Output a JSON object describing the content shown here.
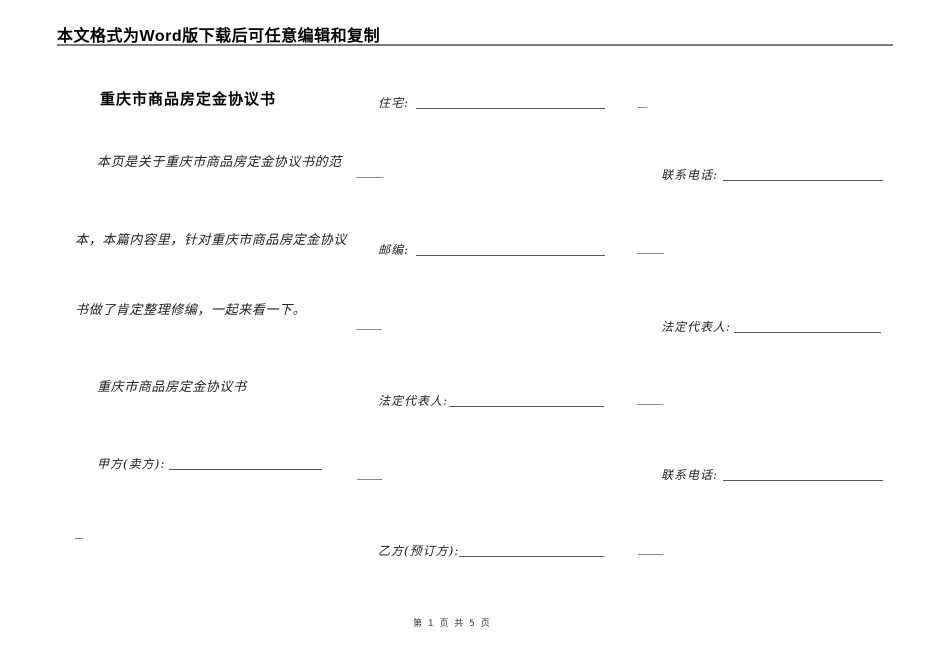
{
  "header": {
    "notice": "本文格式为Word版下载后可任意编辑和复制"
  },
  "document": {
    "title": "重庆市商品房定金协议书",
    "paragraph_lines": [
      "本页是关于重庆市商品房定金协议书的范",
      "本，本篇内容里，针对重庆市商品房定金协议",
      "书做了肯定整理修编，一起来看一下。"
    ],
    "subtitle": "重庆市商品房定金协议书",
    "fields": {
      "residence": "住宅:",
      "phone_right_1": "联系电话:",
      "postcode": "邮编:",
      "legal_rep_right": "法定代表人:",
      "legal_rep_mid": "法定代表人:",
      "party_a": "甲方(卖方):",
      "phone_right_2": "联系电话:",
      "party_b": "乙方(预订方):"
    }
  },
  "footer": {
    "page_indicator": "第 1 页 共 5 页"
  },
  "colors": {
    "rule": "#7a7a7a",
    "blank_line": "#555555",
    "text": "#1a1a1a"
  }
}
